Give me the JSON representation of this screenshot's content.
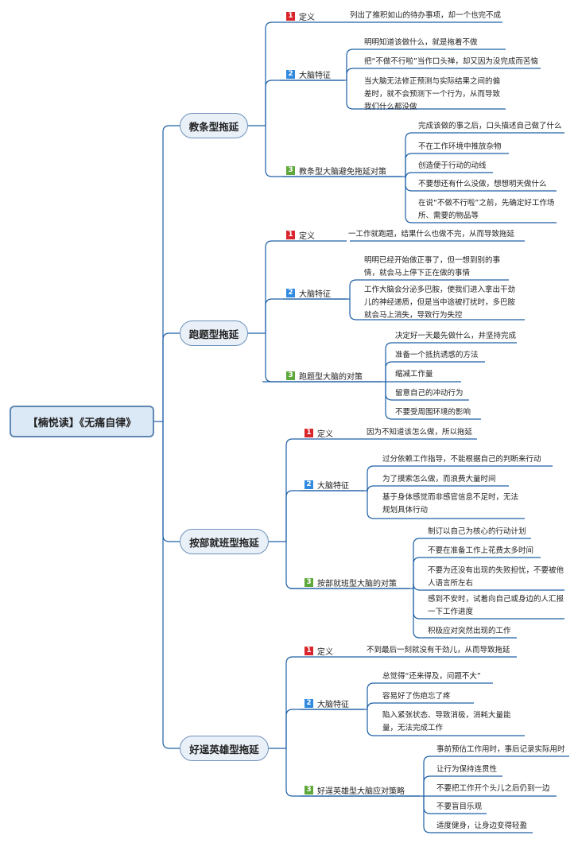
{
  "root": "【楠悦读】《无痛自律》",
  "badge_numbers": [
    "1",
    "2",
    "3"
  ],
  "colors": {
    "line": "#1d5fa6",
    "badge1": "#d9262c",
    "badge2": "#2f8ae0",
    "badge3": "#5fa83b",
    "root_fill": "#dbe8f6",
    "cat_fill": "#e9f0f8"
  },
  "branches": [
    {
      "title": "教条型拖延",
      "definition_label": "定义",
      "definition": "列出了推积如山的待办事项，却一个也完不成",
      "brain_label": "大脑特征",
      "brain": [
        "明明知道该做什么，就是拖着不做",
        "把“不做不行啦”当作口头禅，却又因为没完成而苦恼",
        "当大脑无法修正预测与实际结果之间的偏差时，就不会预测下一个行为，从而导致我们什么都没做"
      ],
      "strategy_label": "教条型大脑避免拖延对策",
      "strategy": [
        "完成该做的事之后，口头描述自己做了什么",
        "不在工作环境中推放杂物",
        "创造便于行动的动线",
        "不要想还有什么没做，想想明天做什么",
        "在说“不做不行啦”之前，先确定好工作场所、需要的物品等"
      ]
    },
    {
      "title": "跑题型拖延",
      "definition_label": "定义",
      "definition": "一工作就跑题，结果什么也做不完，从而导致拖延",
      "brain_label": "大脑特征",
      "brain": [
        "明明已经开始做正事了，但一想到别的事情，就会马上停下正在做的事情",
        "工作大脑会分泌多巴胺，使我们进入拿出干劲儿的神经递质，但是当中途被打扰时，多巴胺就会马上消失，导致行为失控"
      ],
      "strategy_label": "跑题型大脑的对策",
      "strategy": [
        "决定好一天最先做什么，并坚持完成",
        "准备一个抵抗诱惑的方法",
        "缩减工作量",
        "留意自己的冲动行为",
        "不要受周围环境的影响"
      ]
    },
    {
      "title": "按部就班型拖延",
      "definition_label": "定义",
      "definition": "因为不知道该怎么做，所以拖延",
      "brain_label": "大脑特征",
      "brain": [
        "过分依赖工作指导，不能根据自己的判断来行动",
        "为了摸索怎么做，而浪费大量时间",
        "基于身体感觉而非感官信息不足时，无法规划具体行动"
      ],
      "strategy_label": "按部就班型大脑的对策",
      "strategy": [
        "制订以自己为核心的行动计划",
        "不要在准备工作上花费太多时间",
        "不要为还没有出现的失败担忧，不要被他人语言所左右",
        "感到不安时，试着向自己或身边的人汇报一下工作进度",
        "积极应对突然出现的工作"
      ]
    },
    {
      "title": "好逞英雄型拖延",
      "definition_label": "定义",
      "definition": "不到最后一刻就没有干劲儿，从而导致拖延",
      "brain_label": "大脑特征",
      "brain": [
        "总觉得“还来得及，问题不大”",
        "容易好了伤疤忘了疼",
        "陷入紧张状态、导致消极，消耗大量能量，无法完成工作"
      ],
      "strategy_label": "好逞英雄型大脑应对策略",
      "strategy": [
        "事前预估工作用时，事后记录实际用时",
        "让行为保持连贯性",
        "不要把工作开个头儿之后仍到一边",
        "不要盲目乐观",
        "适度健身，让身边变得轻盈"
      ]
    }
  ]
}
